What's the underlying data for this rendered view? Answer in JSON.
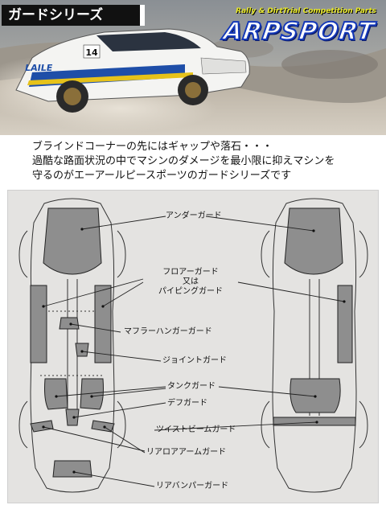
{
  "header": {
    "series_title": "ガードシリーズ",
    "tagline": "Rally & DirtTrial Competition Parts",
    "brand": "ARPSPORT",
    "car_number": "14",
    "sponsor_logo": "LAILE"
  },
  "intro": {
    "lines": [
      "ブラインドコーナーの先にはギャップや落石・・・",
      "過酷な路面状況の中でマシンのダメージを最小限に抑えマシンを",
      "守るのがエーアールピースポーツのガードシリーズです"
    ]
  },
  "diagram": {
    "labels": {
      "under_guard": "アンダーガード",
      "floor_guard_1": "フロアーガード",
      "floor_guard_2": "又は",
      "floor_guard_3": "パイピングガード",
      "muffler_hanger_guard": "マフラーハンガーガード",
      "joint_guard": "ジョイントガード",
      "tank_guard": "タンクガード",
      "diff_guard": "デフガード",
      "twist_beam_guard": "ツイストビームガード",
      "rear_lower_arm_guard": "リアロアアームガード",
      "rear_bumper_guard": "リアバンパーガード"
    }
  }
}
